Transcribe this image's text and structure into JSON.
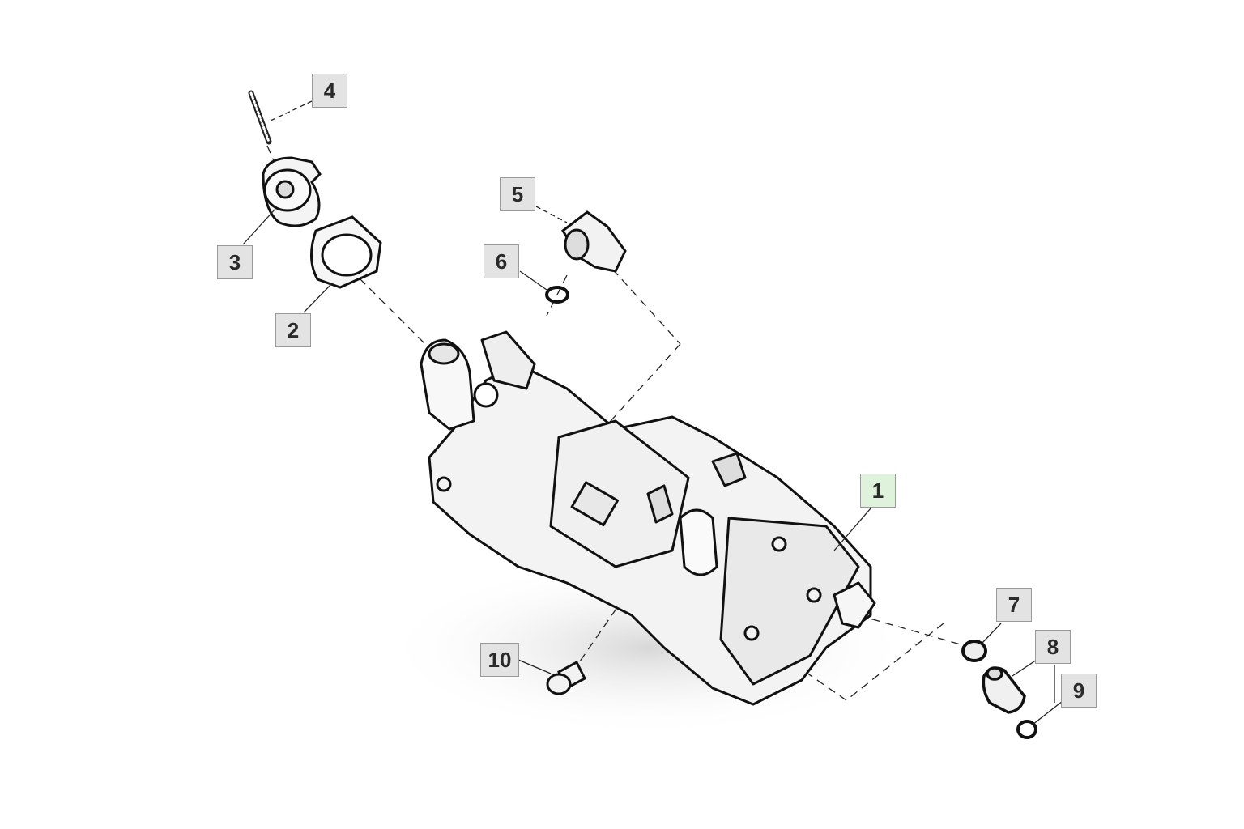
{
  "callouts": [
    {
      "id": "1",
      "label": "1",
      "highlighted": true
    },
    {
      "id": "2",
      "label": "2"
    },
    {
      "id": "3",
      "label": "3"
    },
    {
      "id": "4",
      "label": "4"
    },
    {
      "id": "5",
      "label": "5"
    },
    {
      "id": "6",
      "label": "6"
    },
    {
      "id": "7",
      "label": "7"
    },
    {
      "id": "8",
      "label": "8"
    },
    {
      "id": "9",
      "label": "9"
    },
    {
      "id": "10",
      "label": "10"
    }
  ],
  "colors": {
    "callout_bg": "#e3e3e3",
    "callout_highlight": "#dff2dc",
    "line": "#1a1a1a"
  }
}
